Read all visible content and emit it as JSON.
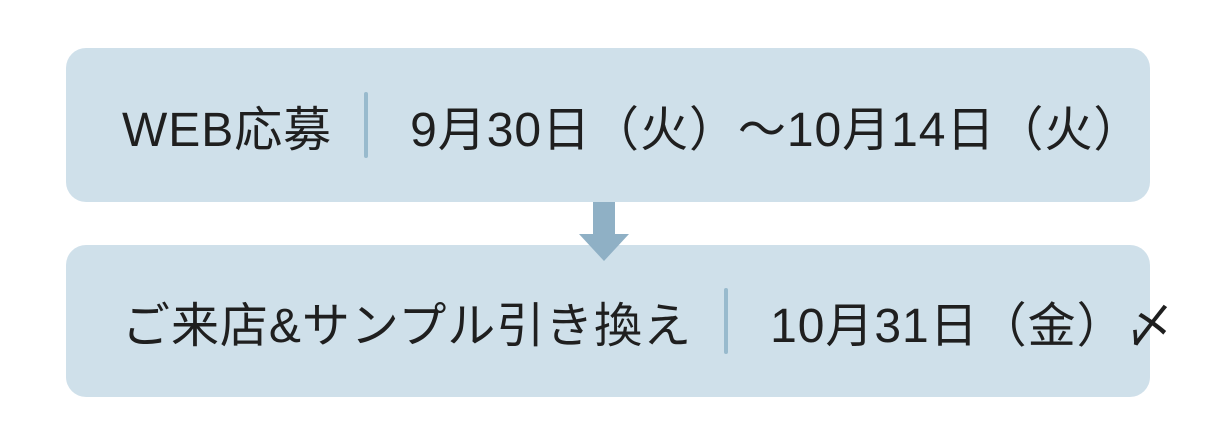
{
  "flow": {
    "steps": [
      {
        "label": "WEB応募",
        "period": "9月30日（火）～10月14日（火）"
      },
      {
        "label": "ご来店&サンプル引き換え",
        "period": "10月31日（金）〆"
      }
    ],
    "arrow_icon": "down-arrow",
    "colors": {
      "page_bg": "#ffffff",
      "box_bg": "#cfe0ea",
      "arrow": "#8fb0c5",
      "divider": "#98bacd",
      "text": "#1f1f1f"
    }
  }
}
